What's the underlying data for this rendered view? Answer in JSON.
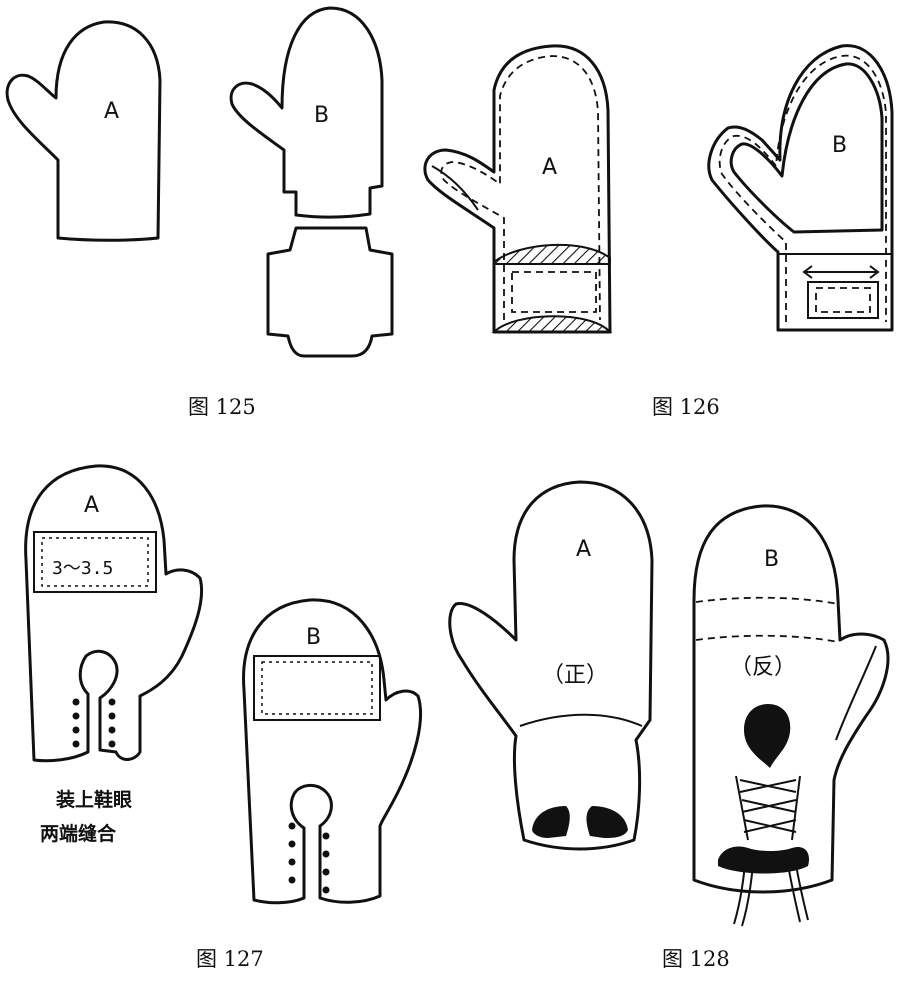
{
  "figures": [
    {
      "caption": "图 125",
      "labels": [
        "A",
        "B"
      ]
    },
    {
      "caption": "图 126",
      "labels": [
        "A",
        "B"
      ]
    },
    {
      "caption": "图 127",
      "labels": [
        "A",
        "B"
      ],
      "measurement": "3～3.5",
      "note_line1": "装上鞋眼",
      "note_line2": "两端缝合"
    },
    {
      "caption": "图 128",
      "labels": [
        "A",
        "B"
      ],
      "side_front": "（正）",
      "side_back": "（反）"
    }
  ],
  "colors": {
    "ink": "#111111",
    "paper": "#ffffff"
  }
}
